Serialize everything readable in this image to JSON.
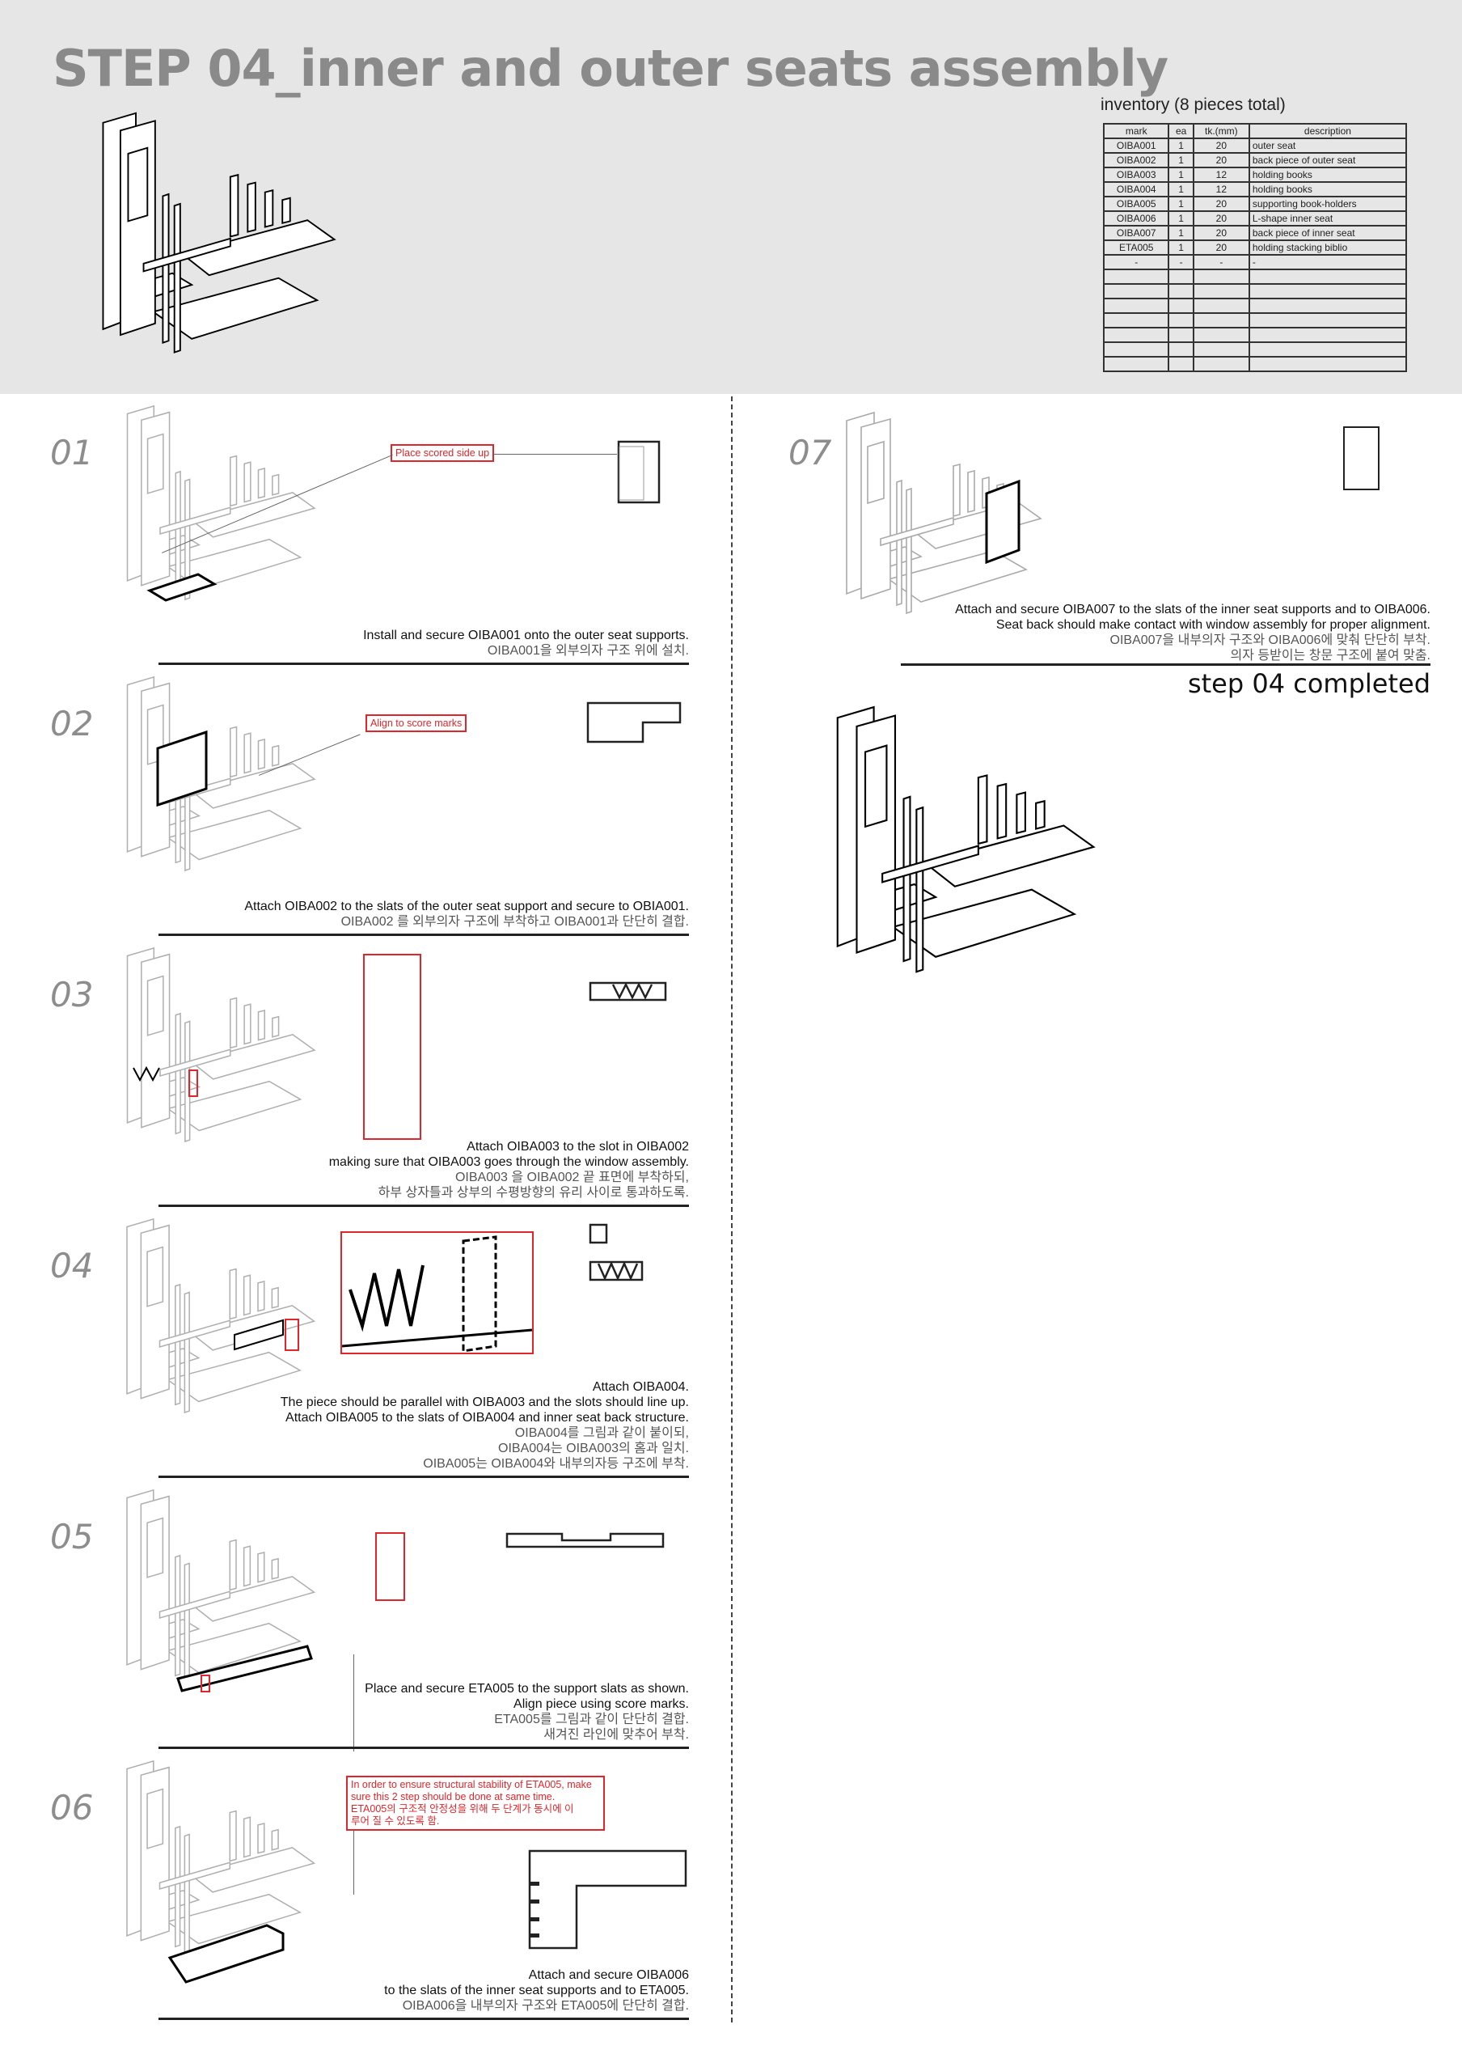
{
  "title": "STEP 04_inner and outer seats assembly",
  "inventory": {
    "title": "inventory (8 pieces total)",
    "headers": [
      "mark",
      "ea",
      "tk.(mm)",
      "description"
    ],
    "rows": [
      [
        "OIBA001",
        "1",
        "20",
        "outer seat"
      ],
      [
        "OIBA002",
        "1",
        "20",
        "back piece of outer seat"
      ],
      [
        "OIBA003",
        "1",
        "12",
        "holding books"
      ],
      [
        "OIBA004",
        "1",
        "12",
        "holding books"
      ],
      [
        "OIBA005",
        "1",
        "20",
        "supporting book-holders"
      ],
      [
        "OIBA006",
        "1",
        "20",
        "L-shape inner seat"
      ],
      [
        "OIBA007",
        "1",
        "20",
        "back piece of inner seat"
      ],
      [
        "ETA005",
        "1",
        "20",
        "holding stacking biblio"
      ],
      [
        "-",
        "-",
        "-",
        "-"
      ],
      [
        "",
        "",
        "",
        ""
      ],
      [
        "",
        "",
        "",
        ""
      ],
      [
        "",
        "",
        "",
        ""
      ],
      [
        "",
        "",
        "",
        ""
      ],
      [
        "",
        "",
        "",
        ""
      ],
      [
        "",
        "",
        "",
        ""
      ],
      [
        "",
        "",
        "",
        ""
      ]
    ]
  },
  "steps": [
    {
      "num": "01",
      "callout": "Place scored side up",
      "lines": [
        "Install and secure OIBA001 onto the outer seat supports."
      ],
      "ko": [
        "OIBA001을 외부의자 구조 위에 설치."
      ]
    },
    {
      "num": "02",
      "callout": "Align to score marks",
      "lines": [
        "Attach OIBA002 to the slats of the outer seat support and secure to OBIA001."
      ],
      "ko": [
        "OIBA002 를 외부의자 구조에 부착하고 OIBA001과 단단히 결합."
      ]
    },
    {
      "num": "03",
      "lines": [
        "Attach OIBA003 to the slot in OIBA002",
        "making sure that OIBA003 goes through the window assembly."
      ],
      "ko": [
        "OIBA003 을 OIBA002 끝 표면에 부착하되,",
        "하부 상자틀과 상부의 수평방향의 유리 사이로 통과하도록."
      ]
    },
    {
      "num": "04",
      "lines": [
        "Attach OIBA004.",
        "The piece should be parallel with OIBA003 and the slots should line up.",
        "Attach OIBA005 to the slats of OIBA004 and inner seat back structure."
      ],
      "ko": [
        "OIBA004를 그림과 같이 붙이되,",
        "OIBA004는 OIBA003의 홈과 일치.",
        "OIBA005는 OIBA004와 내부의자등 구조에 부착."
      ]
    },
    {
      "num": "05",
      "lines": [
        "Place and secure ETA005 to the support slats as shown.",
        "Align piece using score marks."
      ],
      "ko": [
        "ETA005를 그림과 같이 단단히 결합.",
        "새겨진 라인에 맞추어 부착."
      ]
    },
    {
      "num": "06",
      "note": [
        "In order to ensure structural stability of ETA005, make",
        "sure this 2 step should be done at same time."
      ],
      "note_ko": [
        "ETA005의 구조적 안정성을 위해 두 단계가 동시에 이",
        "루어 질 수 있도록 함."
      ],
      "lines": [
        "Attach and secure OIBA006",
        "to the slats of the inner seat supports and to ETA005."
      ],
      "ko": [
        "OIBA006을 내부의자 구조와 ETA005에 단단히 결합."
      ]
    },
    {
      "num": "07",
      "lines": [
        "Attach and secure OIBA007 to the slats of the inner seat supports and to OIBA006.",
        "Seat back should make contact with window assembly for proper alignment."
      ],
      "ko": [
        "OIBA007을 내부의자 구조와 OIBA006에 맞춰 단단히 부착.",
        "의자 등받이는 창문 구조에 붙여 맞춤."
      ]
    }
  ],
  "completed": "step 04 completed",
  "colors": {
    "accent": "#e0262b",
    "header_bg": "#e6e6e6",
    "step_num": "#8d8d8d"
  }
}
